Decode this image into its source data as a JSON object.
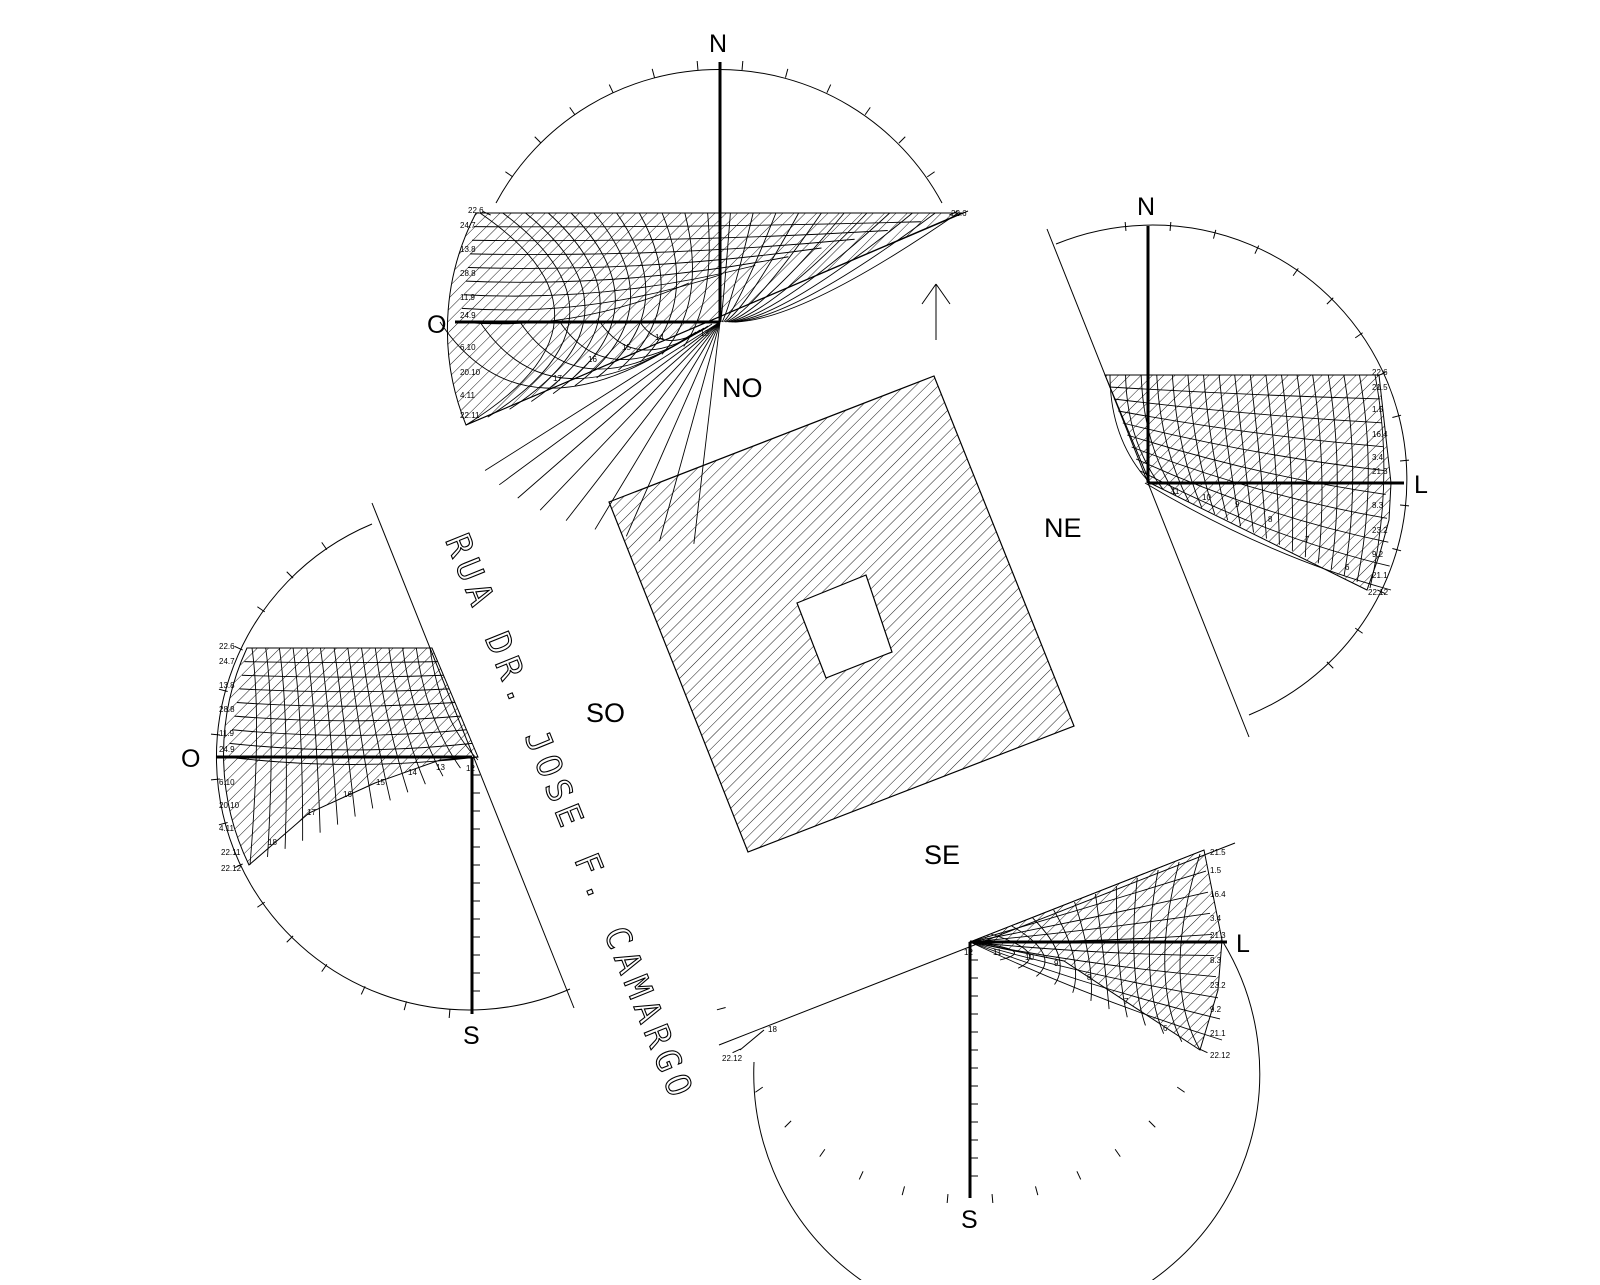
{
  "orientations": {
    "no": "NO",
    "ne": "NE",
    "so": "SO",
    "se": "SE"
  },
  "street_name": "RUA DR. JOSE F. CAMARGO",
  "compass": {
    "n": "N",
    "s": "S",
    "l": "L",
    "o": "O"
  },
  "date_labels_west": [
    "22.6",
    "24.7",
    "13.8",
    "28.8",
    "11.9",
    "24.9",
    "6.10",
    "20.10",
    "4.11",
    "22.11",
    "22.12"
  ],
  "date_labels_east": [
    "22.6",
    "21.5",
    "1.5",
    "16.4",
    "3.4",
    "21.3",
    "8.3",
    "23.2",
    "9.2",
    "21.1",
    "22.12"
  ],
  "hour_labels_afternoon": [
    "13",
    "14",
    "15",
    "16",
    "17",
    "18"
  ],
  "hour_labels_morning": [
    "11",
    "10",
    "9",
    "8",
    "7",
    "6"
  ],
  "noon_label": "12",
  "se_date_labels": [
    "21.5",
    "1.5",
    "16.4",
    "3.4",
    "21.3",
    "8.3",
    "23.2",
    "9.2",
    "21.1",
    "22.12"
  ],
  "se_extra_labels": [
    "22.12",
    "18"
  ]
}
